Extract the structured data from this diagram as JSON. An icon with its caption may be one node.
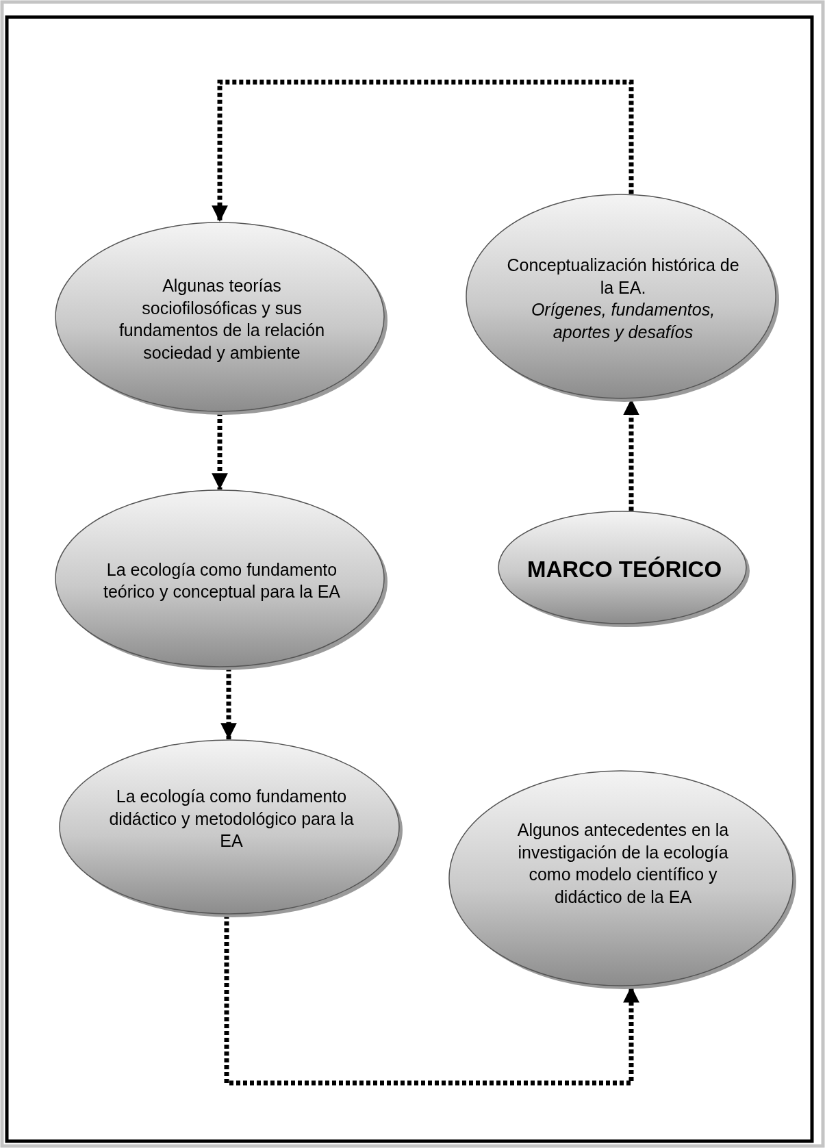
{
  "diagram": {
    "nodes": [
      {
        "text": [
          "Conceptualización histórica de la EA.",
          "Orígenes, fundamentos, aportes y desafíos"
        ]
      },
      {
        "text": [
          "Algunas teorías sociofilosóficas y sus fundamentos de la relación sociedad y ambiente"
        ]
      },
      {
        "text": [
          "La ecología como fundamento teórico y conceptual para la EA"
        ]
      },
      {
        "text": [
          "MARCO TEÓRICO"
        ]
      },
      {
        "text": [
          "La ecología como fundamento didáctico y metodológico para la EA"
        ]
      },
      {
        "text": [
          "Algunos antecedentes en la investigación de la ecología como modelo científico y didáctico de la EA"
        ]
      }
    ],
    "edges": [
      {
        "from": 3,
        "to": 0,
        "arrow": "to",
        "style": "dashed"
      },
      {
        "from": 0,
        "to": 1,
        "arrow": "to",
        "style": "dashed"
      },
      {
        "from": 1,
        "to": 2,
        "arrow": "to",
        "style": "dashed"
      },
      {
        "from": 2,
        "to": 4,
        "arrow": "to",
        "style": "dashed"
      },
      {
        "from": 4,
        "to": 5,
        "arrow": "to",
        "style": "dashed"
      }
    ]
  }
}
